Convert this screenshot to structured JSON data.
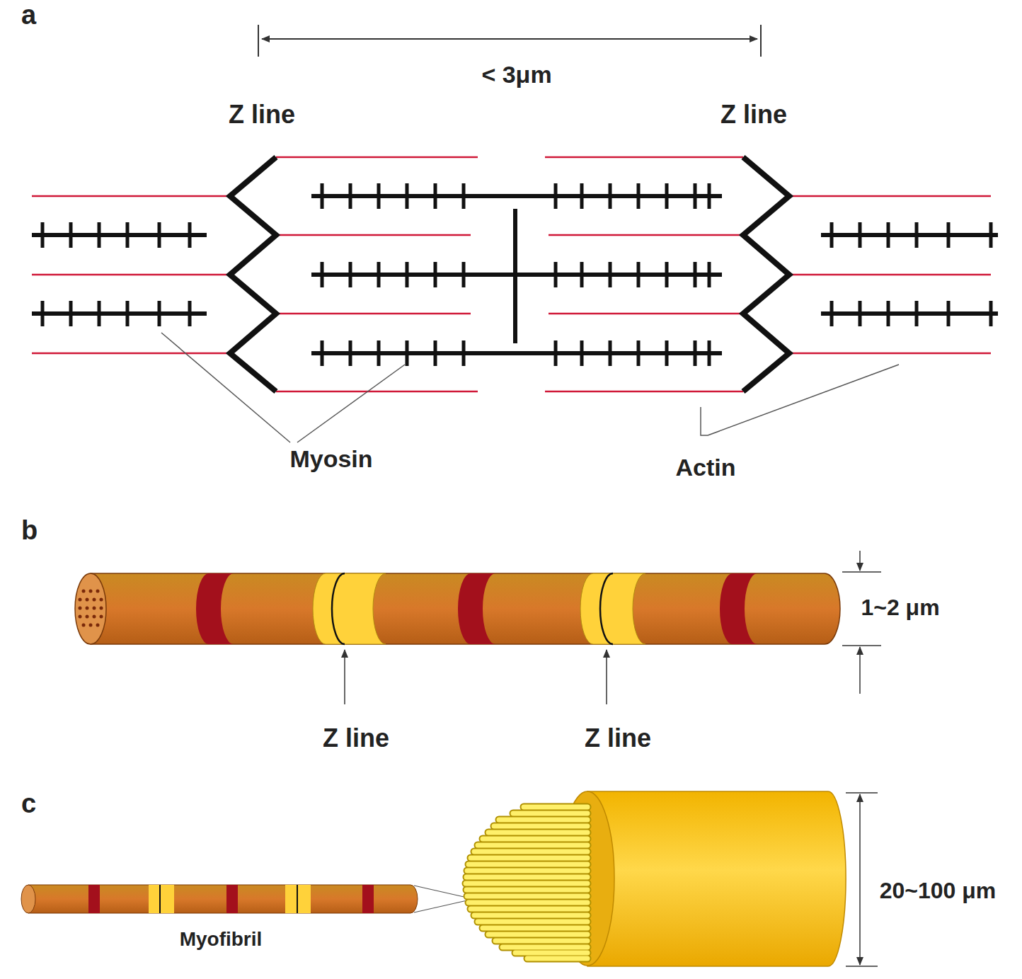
{
  "diagram": {
    "labels": [
      "a",
      "< 3μm",
      "Z line",
      "Z line",
      "Myosin",
      "Actin",
      "b",
      "Z line",
      "Z line",
      "1~2 μm",
      "c",
      "Myofibril",
      "20~100 μm"
    ]
  }
}
